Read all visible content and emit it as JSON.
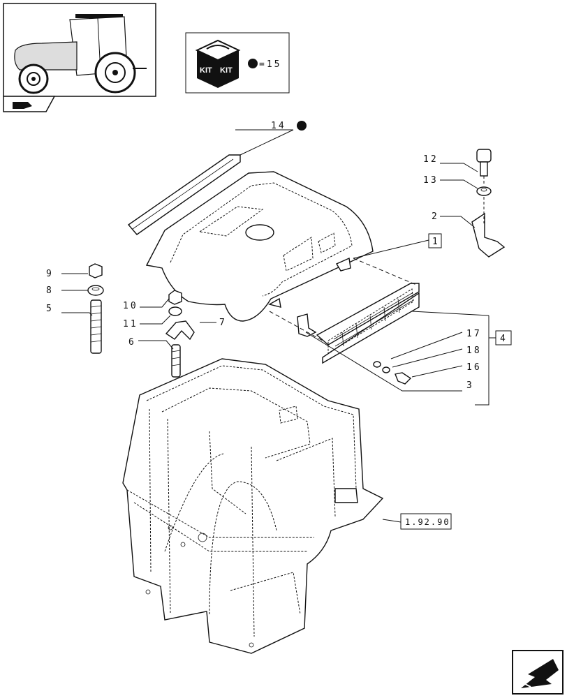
{
  "kit_legend": {
    "kit_label_left": "KIT",
    "kit_label_right": "KIT",
    "equals_text": "=15"
  },
  "callouts": {
    "c14": "14",
    "c12": "12",
    "c13": "13",
    "c2": "2",
    "c1": "1",
    "c9": "9",
    "c8": "8",
    "c5": "5",
    "c10": "10",
    "c11": "11",
    "c7": "7",
    "c6": "6",
    "c17": "17",
    "c18": "18",
    "c16": "16",
    "c3": "3",
    "c4": "4"
  },
  "reference_box": "1.92.90",
  "icons": [
    "tractor-thumbnail-icon",
    "kit-box-icon",
    "kit-dot-icon",
    "previous-page-icon",
    "next-page-icon"
  ],
  "colors": {
    "line": "#111111",
    "background": "#ffffff"
  }
}
